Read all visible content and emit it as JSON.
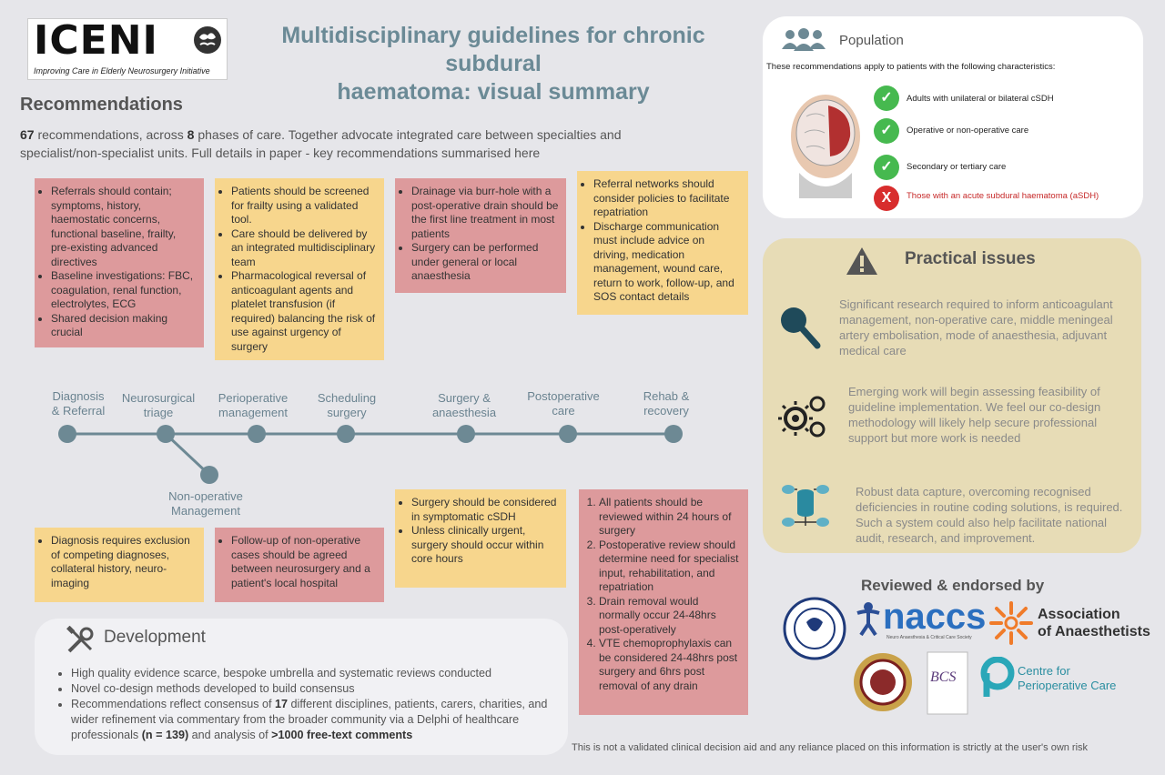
{
  "header": {
    "logo_text": "ICENI",
    "logo_tagline": "Improving Care in Elderly Neurosurgery Initiative",
    "title_line1": "Multidisciplinary guidelines for chronic subdural",
    "title_line2": "haematoma: visual summary"
  },
  "recommendations": {
    "heading": "Recommendations",
    "intro": {
      "n_recs": "67",
      "t1": " recommendations, across ",
      "n_phases": "8",
      "t2": " phases of care.  Together advocate integrated care between specialties and specialist/non-specialist units.  Full details in paper - key recommendations summarised here"
    }
  },
  "boxes": {
    "diagnosis_top": [
      "Referrals should contain; symptoms, history, haemostatic concerns, functional baseline, frailty, pre-existing advanced directives",
      "Baseline investigations: FBC, coagulation, renal function, electrolytes, ECG",
      "Shared decision making crucial"
    ],
    "perioperative": [
      "Patients should be screened for frailty using a validated tool.",
      "Care should be delivered by an integrated multidisciplinary team",
      "Pharmacological reversal of anticoagulant agents and platelet transfusion (if required) balancing the risk of use against urgency of surgery"
    ],
    "surgery": [
      "Drainage via burr-hole with a post-operative drain should be the first line treatment in most patients",
      "Surgery can be performed under general or local anaesthesia"
    ],
    "rehab": [
      "Referral networks should consider policies to facilitate repatriation",
      "Discharge communication must include advice on driving, medication management, wound care, return to work, follow-up, and SOS contact details"
    ],
    "diagnosis_bottom": [
      "Diagnosis requires exclusion of competing diagnoses, collateral history, neuro-imaging"
    ],
    "nonop": [
      "Follow-up of non-operative cases should be agreed between neurosurgery and a patient's local hospital"
    ],
    "scheduling": [
      "Surgery should be considered in symptomatic cSDH",
      "Unless clinically urgent, surgery should occur within core hours"
    ],
    "postop": [
      "All patients should be reviewed within 24 hours of surgery",
      "Postoperative review should determine need for specialist input, rehabilitation, and repatriation",
      "Drain removal would normally occur 24-48hrs post-operatively",
      "VTE chemoprophylaxis can be considered 24-48hrs post surgery and 6hrs post removal of any drain"
    ]
  },
  "timeline": {
    "diag1": "Diagnosis",
    "diag2": "& Referral",
    "neuro1": "Neurosurgical",
    "neuro2": "triage",
    "peri1": "Perioperative",
    "peri2": "management",
    "sched1": "Scheduling",
    "sched2": "surgery",
    "surg1": "Surgery &",
    "surg2": "anaesthesia",
    "post1": "Postoperative",
    "post2": "care",
    "rehab1": "Rehab &",
    "rehab2": "recovery",
    "nonop1": "Non-operative",
    "nonop2": "Management"
  },
  "development": {
    "heading": "Development",
    "b1": "High quality evidence scarce, bespoke umbrella and systematic reviews conducted",
    "b2": "Novel co-design methods developed to build consensus",
    "b3a": "Recommendations reflect consensus of ",
    "b3n": "17",
    "b3b": " different disciplines, patients, carers, charities, and wider refinement via commentary from the broader community via a Delphi of healthcare professionals ",
    "b3c": "(n = 139)",
    "b3d": "  and analysis of ",
    "b3e": ">1000 free-text comments"
  },
  "population": {
    "heading": "Population",
    "subtitle": "These recommendations apply to patients with the following characteristics:",
    "c1": "Adults with unilateral or bilateral cSDH",
    "c2": "Operative or non-operative care",
    "c3": "Secondary or tertiary care",
    "c4": "Those with an acute subdural haematoma (aSDH)",
    "check_glyph": "✓",
    "cross_glyph": "X"
  },
  "practical": {
    "heading": "Practical issues",
    "p1": "Significant research required to inform anticoagulant management, non-operative care, middle meningeal artery embolisation, mode of anaesthesia, adjuvant medical care",
    "p2": "Emerging work will begin assessing feasibility of guideline implementation. We feel our co-design methodology will likely help secure professional support but more work is needed",
    "p3": "Robust data capture, overcoming recognised deficiencies in routine coding solutions, is required. Such a system could also help facilitate national audit, research, and improvement."
  },
  "endorsed": {
    "heading": "Reviewed & endorsed by",
    "naccs": "naccs",
    "naccs_sub": "Neuro Anaesthesia & Critical Care Society",
    "aa1": "Association",
    "aa2": "of Anaesthetists",
    "bcs": "BCS",
    "cpoc1": "Centre for",
    "cpoc2": "Perioperative Care"
  },
  "footer": "This is not a validated clinical decision aid and any reliance placed on this information is strictly at the user's own risk",
  "colors": {
    "pink": "#dd9a9c",
    "yellow": "#f7d68d",
    "timeline": "#6d8994",
    "title": "#6b8a96"
  }
}
